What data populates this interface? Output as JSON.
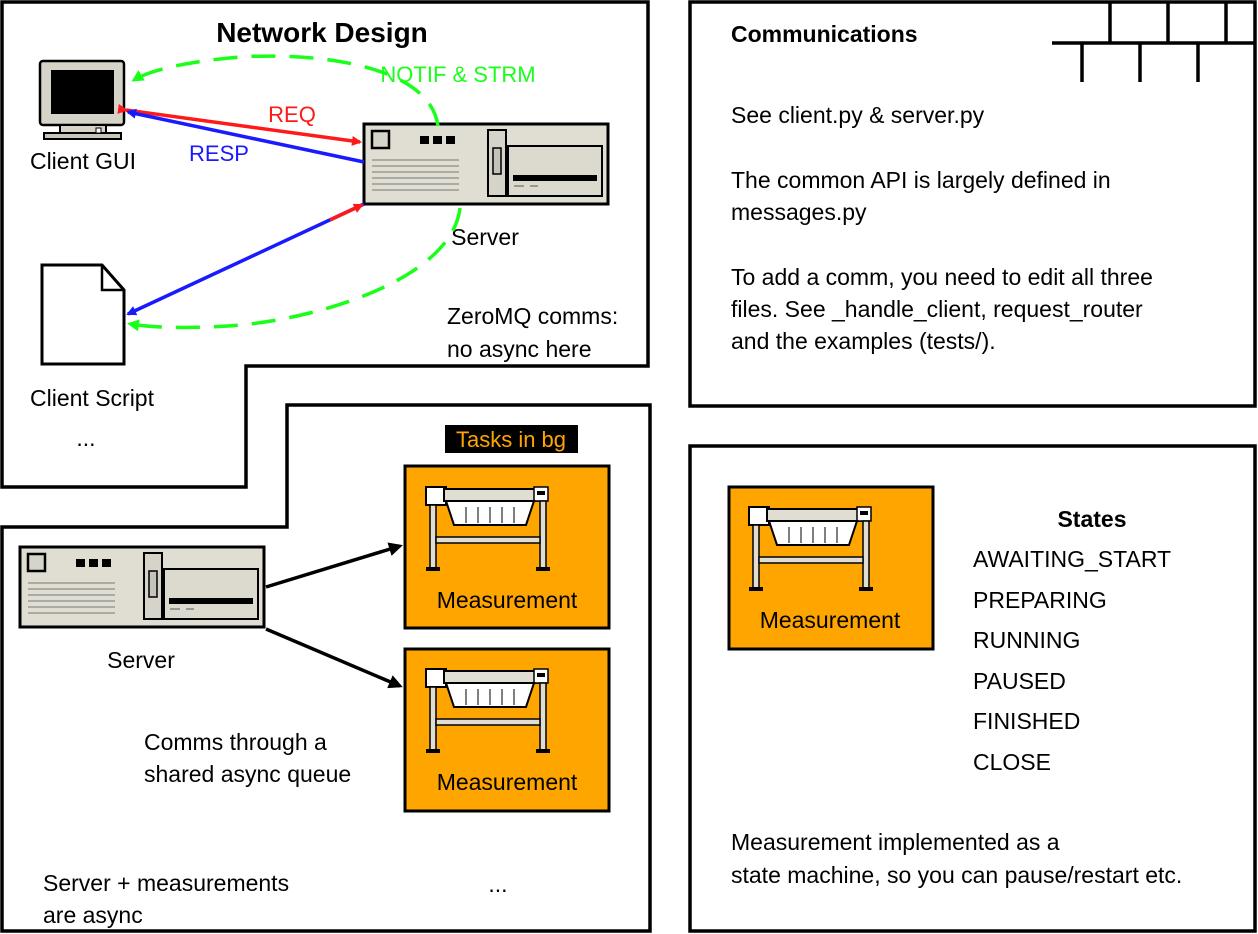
{
  "network": {
    "title": "Network Design",
    "client_gui": "Client GUI",
    "server": "Server",
    "client_script": "Client Script",
    "ellipsis": "...",
    "req": "REQ",
    "resp": "RESP",
    "notif": "NOTIF & STRM",
    "zmq_line1": "ZeroMQ comms:",
    "zmq_line2": "no async here"
  },
  "async_panel": {
    "server": "Server",
    "tasks": "Tasks in bg",
    "measurement1": "Measurement",
    "measurement2": "Measurement",
    "comms_line1": "Comms through a",
    "comms_line2": "shared async queue",
    "ellipsis": "...",
    "async_line1": "Server + measurements",
    "async_line2": "are async"
  },
  "communications": {
    "title": "Communications",
    "line1": "See client.py & server.py",
    "line2": "The common API is largely defined in",
    "line3": "messages.py",
    "line4": "To add a comm, you need to edit all three",
    "line5": "files. See _handle_client, request_router",
    "line6": "and the examples (tests/)."
  },
  "states_panel": {
    "measurement": "Measurement",
    "title": "States",
    "states": [
      "AWAITING_START",
      "PREPARING",
      "RUNNING",
      "PAUSED",
      "FINISHED",
      "CLOSE"
    ],
    "note_line1": "Measurement implemented as a",
    "note_line2": "state machine, so you can pause/restart etc."
  },
  "colors": {
    "req": "#ff1a1a",
    "resp": "#1a1aff",
    "notif": "#19ff19",
    "task_fill": "#ffa500",
    "tasks_label_bg": "#000000",
    "device_fill": "#e0ddd3"
  }
}
